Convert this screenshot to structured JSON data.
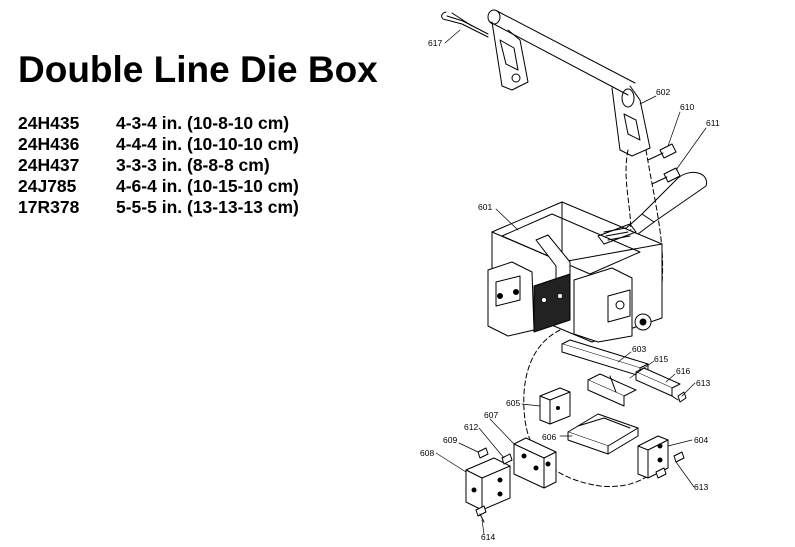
{
  "page": {
    "title": "Double Line Die Box",
    "models": [
      {
        "code": "24H435",
        "size": "4-3-4 in. (10-8-10 cm)"
      },
      {
        "code": "24H436",
        "size": "4-4-4 in. (10-10-10 cm)"
      },
      {
        "code": "24H437",
        "size": "3-3-3 in. (8-8-8 cm)"
      },
      {
        "code": "24J785",
        "size": "4-6-4 in. (10-15-10 cm)"
      },
      {
        "code": "17R378",
        "size": "5-5-5 in. (13-13-13 cm)"
      }
    ]
  },
  "diagram": {
    "part_labels": [
      "617",
      "602",
      "610",
      "611",
      "601",
      "603",
      "615",
      "616",
      "613",
      "605",
      "607",
      "606",
      "604",
      "612",
      "609",
      "608",
      "613",
      "614"
    ]
  }
}
